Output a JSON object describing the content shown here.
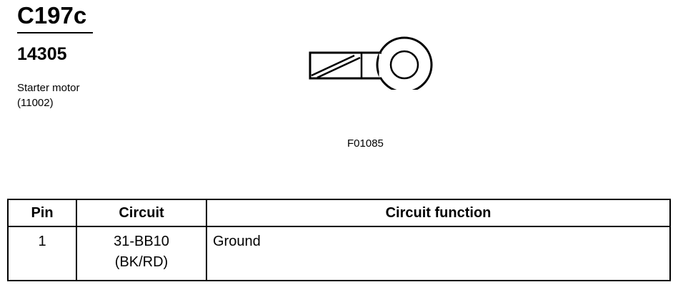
{
  "header": {
    "connector_id": "C197c",
    "part_number": "14305",
    "component_name": "Starter motor",
    "component_code": "(11002)"
  },
  "figure": {
    "code": "F01085",
    "icon": "ring-terminal-icon"
  },
  "table": {
    "headers": [
      "Pin",
      "Circuit",
      "Circuit function"
    ],
    "rows": [
      {
        "pin": "1",
        "circuit": "31-BB10",
        "wire_color": "(BK/RD)",
        "function": "Ground"
      }
    ]
  }
}
